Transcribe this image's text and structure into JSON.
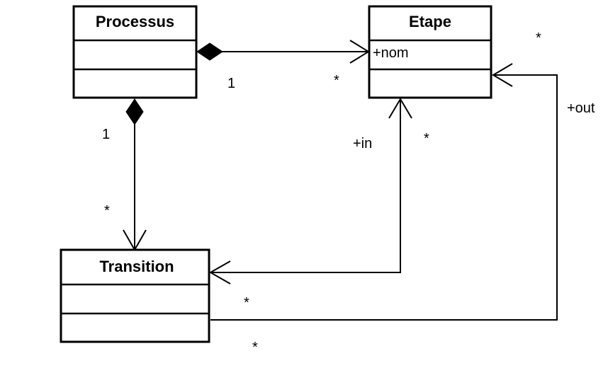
{
  "classes": {
    "processus": {
      "name": "Processus",
      "attributes": []
    },
    "etape": {
      "name": "Etape",
      "attributes": [
        "+nom"
      ]
    },
    "transition": {
      "name": "Transition",
      "attributes": []
    }
  },
  "associations": {
    "processus_etape": {
      "source_multiplicity": "1",
      "target_multiplicity": "*"
    },
    "processus_transition": {
      "source_multiplicity": "1",
      "target_multiplicity": "*"
    },
    "transition_etape_in": {
      "role": "+in",
      "etape_multiplicity": "*",
      "transition_multiplicity": "*"
    },
    "transition_etape_out": {
      "role": "+out",
      "etape_multiplicity": "*",
      "transition_multiplicity": "*"
    }
  }
}
